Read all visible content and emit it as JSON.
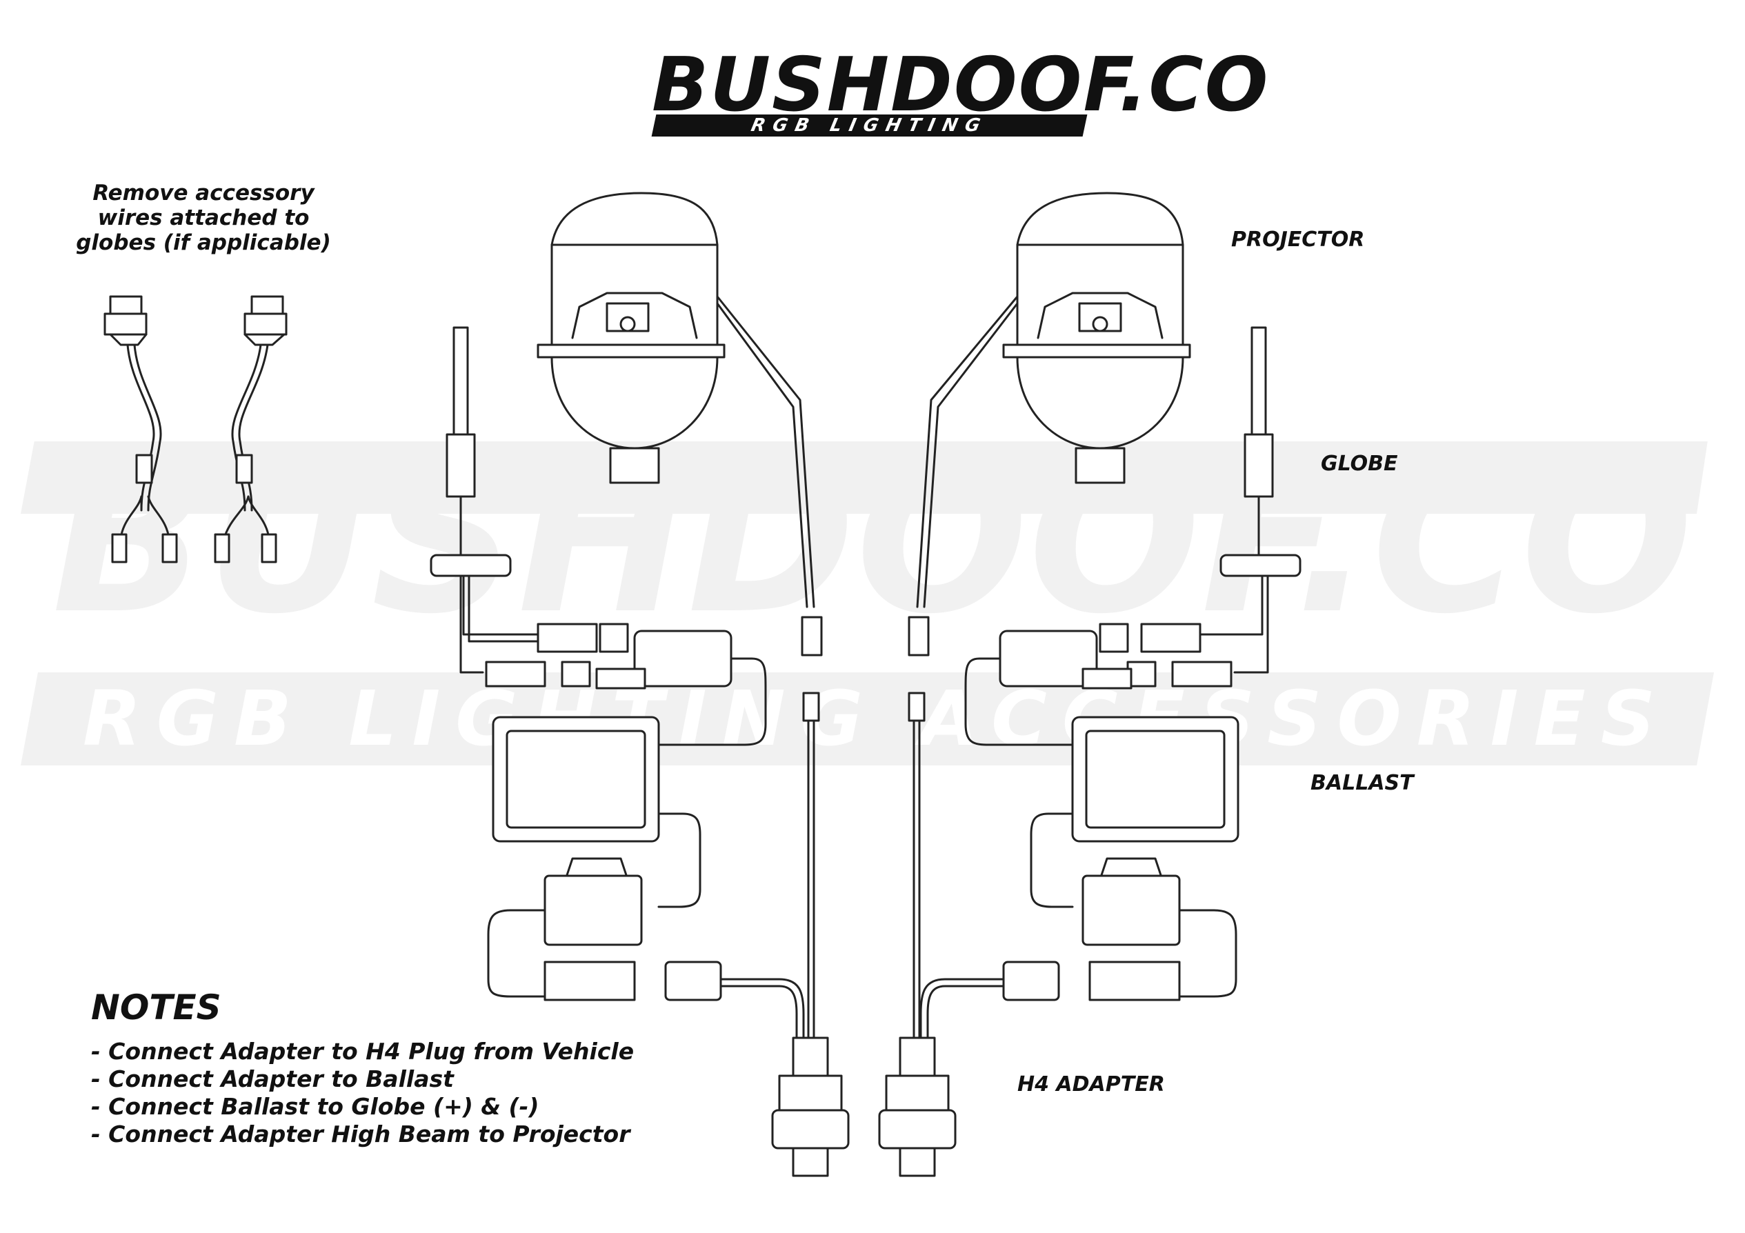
{
  "brand": {
    "name": "BUSHDOOF.CO",
    "tagline": "RGB LIGHTING ACCESSORIES"
  },
  "watermark": {
    "name": "BUSHDOOF.CO",
    "tagline": "RGB LIGHTING ACCESSORIES"
  },
  "remove_note": {
    "line1": "Remove accessory",
    "line2": "wires attached to",
    "line3": "globes (if applicable)"
  },
  "labels": {
    "projector": "PROJECTOR",
    "globe": "GLOBE",
    "ballast": "BALLAST",
    "h4_adapter": "H4 ADAPTER"
  },
  "notes": {
    "title": "NOTES",
    "items": [
      "- Connect Adapter to H4 Plug from Vehicle",
      "- Connect Adapter to Ballast",
      "- Connect Ballast to Globe (+) & (-)",
      "- Connect Adapter High Beam to Projector"
    ]
  },
  "colors": {
    "ink": "#111111",
    "watermark": "#f0f0f0",
    "background": "#ffffff"
  }
}
